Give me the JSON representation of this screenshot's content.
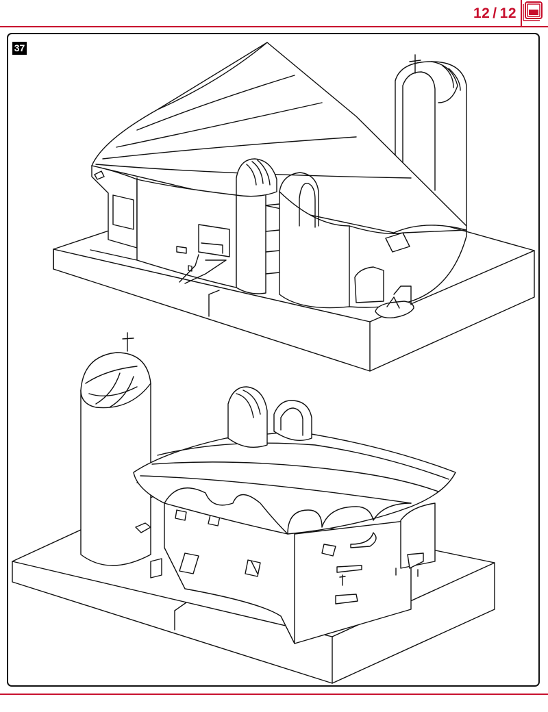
{
  "header": {
    "page_current": "12",
    "page_separator": "/",
    "page_total": "12",
    "accent_color": "#c8102e",
    "icon": "document-pages-icon"
  },
  "instruction": {
    "step_number": "37"
  },
  "illustrations": [
    {
      "icon": "chapel-model-front-view"
    },
    {
      "icon": "chapel-model-rear-view"
    }
  ]
}
